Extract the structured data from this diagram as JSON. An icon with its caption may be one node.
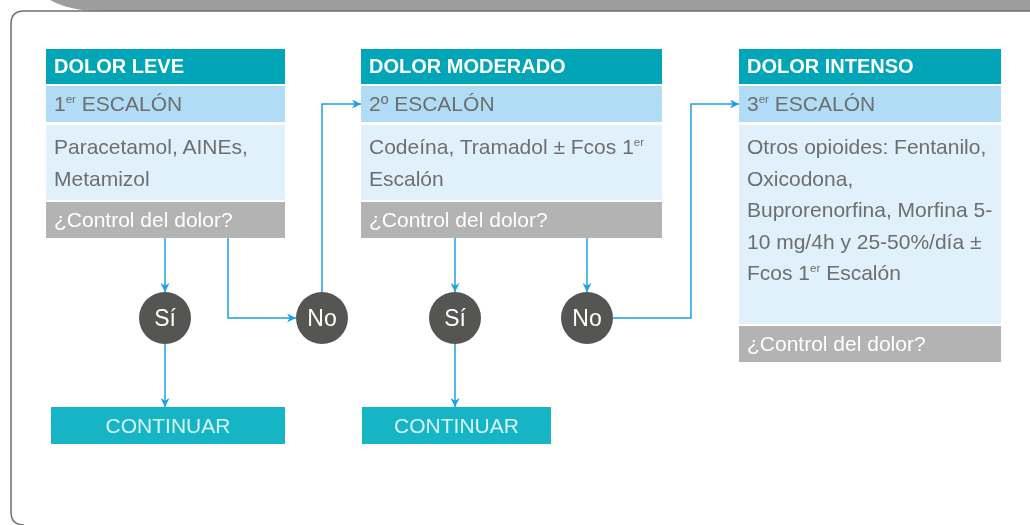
{
  "diagram": {
    "nodes": [
      {
        "text": [
          "DOLOR LEVE",
          "1$^{er}$ ESCALÓN",
          "Paracetamol, AINEs, Metamizol",
          "¿Control del dolor?"
        ]
      },
      {
        "text": [
          "DOLOR MODERADO",
          "2º ESCALÓN",
          "Codeína, Tramadol ± Fcos 1$^{er}$ Escalón",
          "¿Control del dolor?"
        ]
      },
      {
        "text": [
          "DOLOR INTENSO",
          "3$^{er}$ ESCALÓN",
          "Otros opioides: Fentanilo, Oxicodona, Buprorenorfina, Morfina 5-10 mg/4h y 25-50%/día ± Fcos 1$^{er}$ Escalón",
          "¿Control del dolor?"
        ]
      },
      {
        "text": [
          "Sí"
        ]
      },
      {
        "text": [
          "No"
        ]
      },
      {
        "text": [
          "Sí"
        ]
      },
      {
        "text": [
          "No"
        ]
      },
      {
        "text": [
          "CONTINUAR"
        ]
      },
      {
        "text": [
          "CONTINUAR"
        ]
      }
    ],
    "edges": [
      {
        "from": 0,
        "to": 3,
        "arrow": "to"
      },
      {
        "from": 0,
        "to": 4,
        "arrow": "to"
      },
      {
        "from": 4,
        "to": 1,
        "arrow": "to"
      },
      {
        "from": 3,
        "to": 7,
        "arrow": "to"
      },
      {
        "from": 1,
        "to": 5,
        "arrow": "to"
      },
      {
        "from": 1,
        "to": 6,
        "arrow": "to"
      },
      {
        "from": 6,
        "to": 2,
        "arrow": "to"
      },
      {
        "from": 5,
        "to": 8,
        "arrow": "to"
      }
    ]
  }
}
